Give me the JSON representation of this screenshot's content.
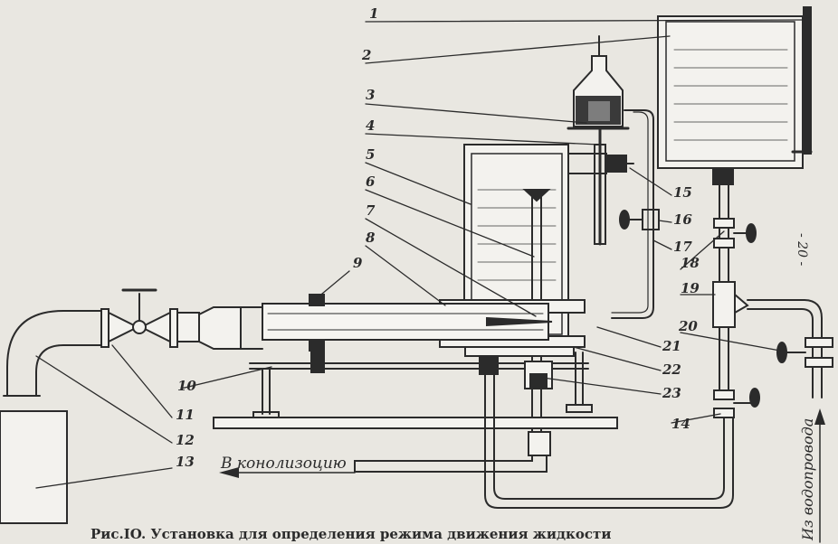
{
  "caption": "Рис.IO. Установка для определения режима движения жидкости",
  "page_number": "- 20 -",
  "label_drain": "В конолизоцию",
  "label_water": "Из водопровода",
  "callouts": [
    "1",
    "2",
    "3",
    "4",
    "5",
    "6",
    "7",
    "8",
    "9",
    "10",
    "11",
    "12",
    "13",
    "14",
    "15",
    "16",
    "17",
    "18",
    "19",
    "20",
    "21",
    "22",
    "23"
  ],
  "colors": {
    "paper": "#e9e7e1",
    "ink": "#2b2b2b",
    "dye": "#3a3a3a"
  }
}
